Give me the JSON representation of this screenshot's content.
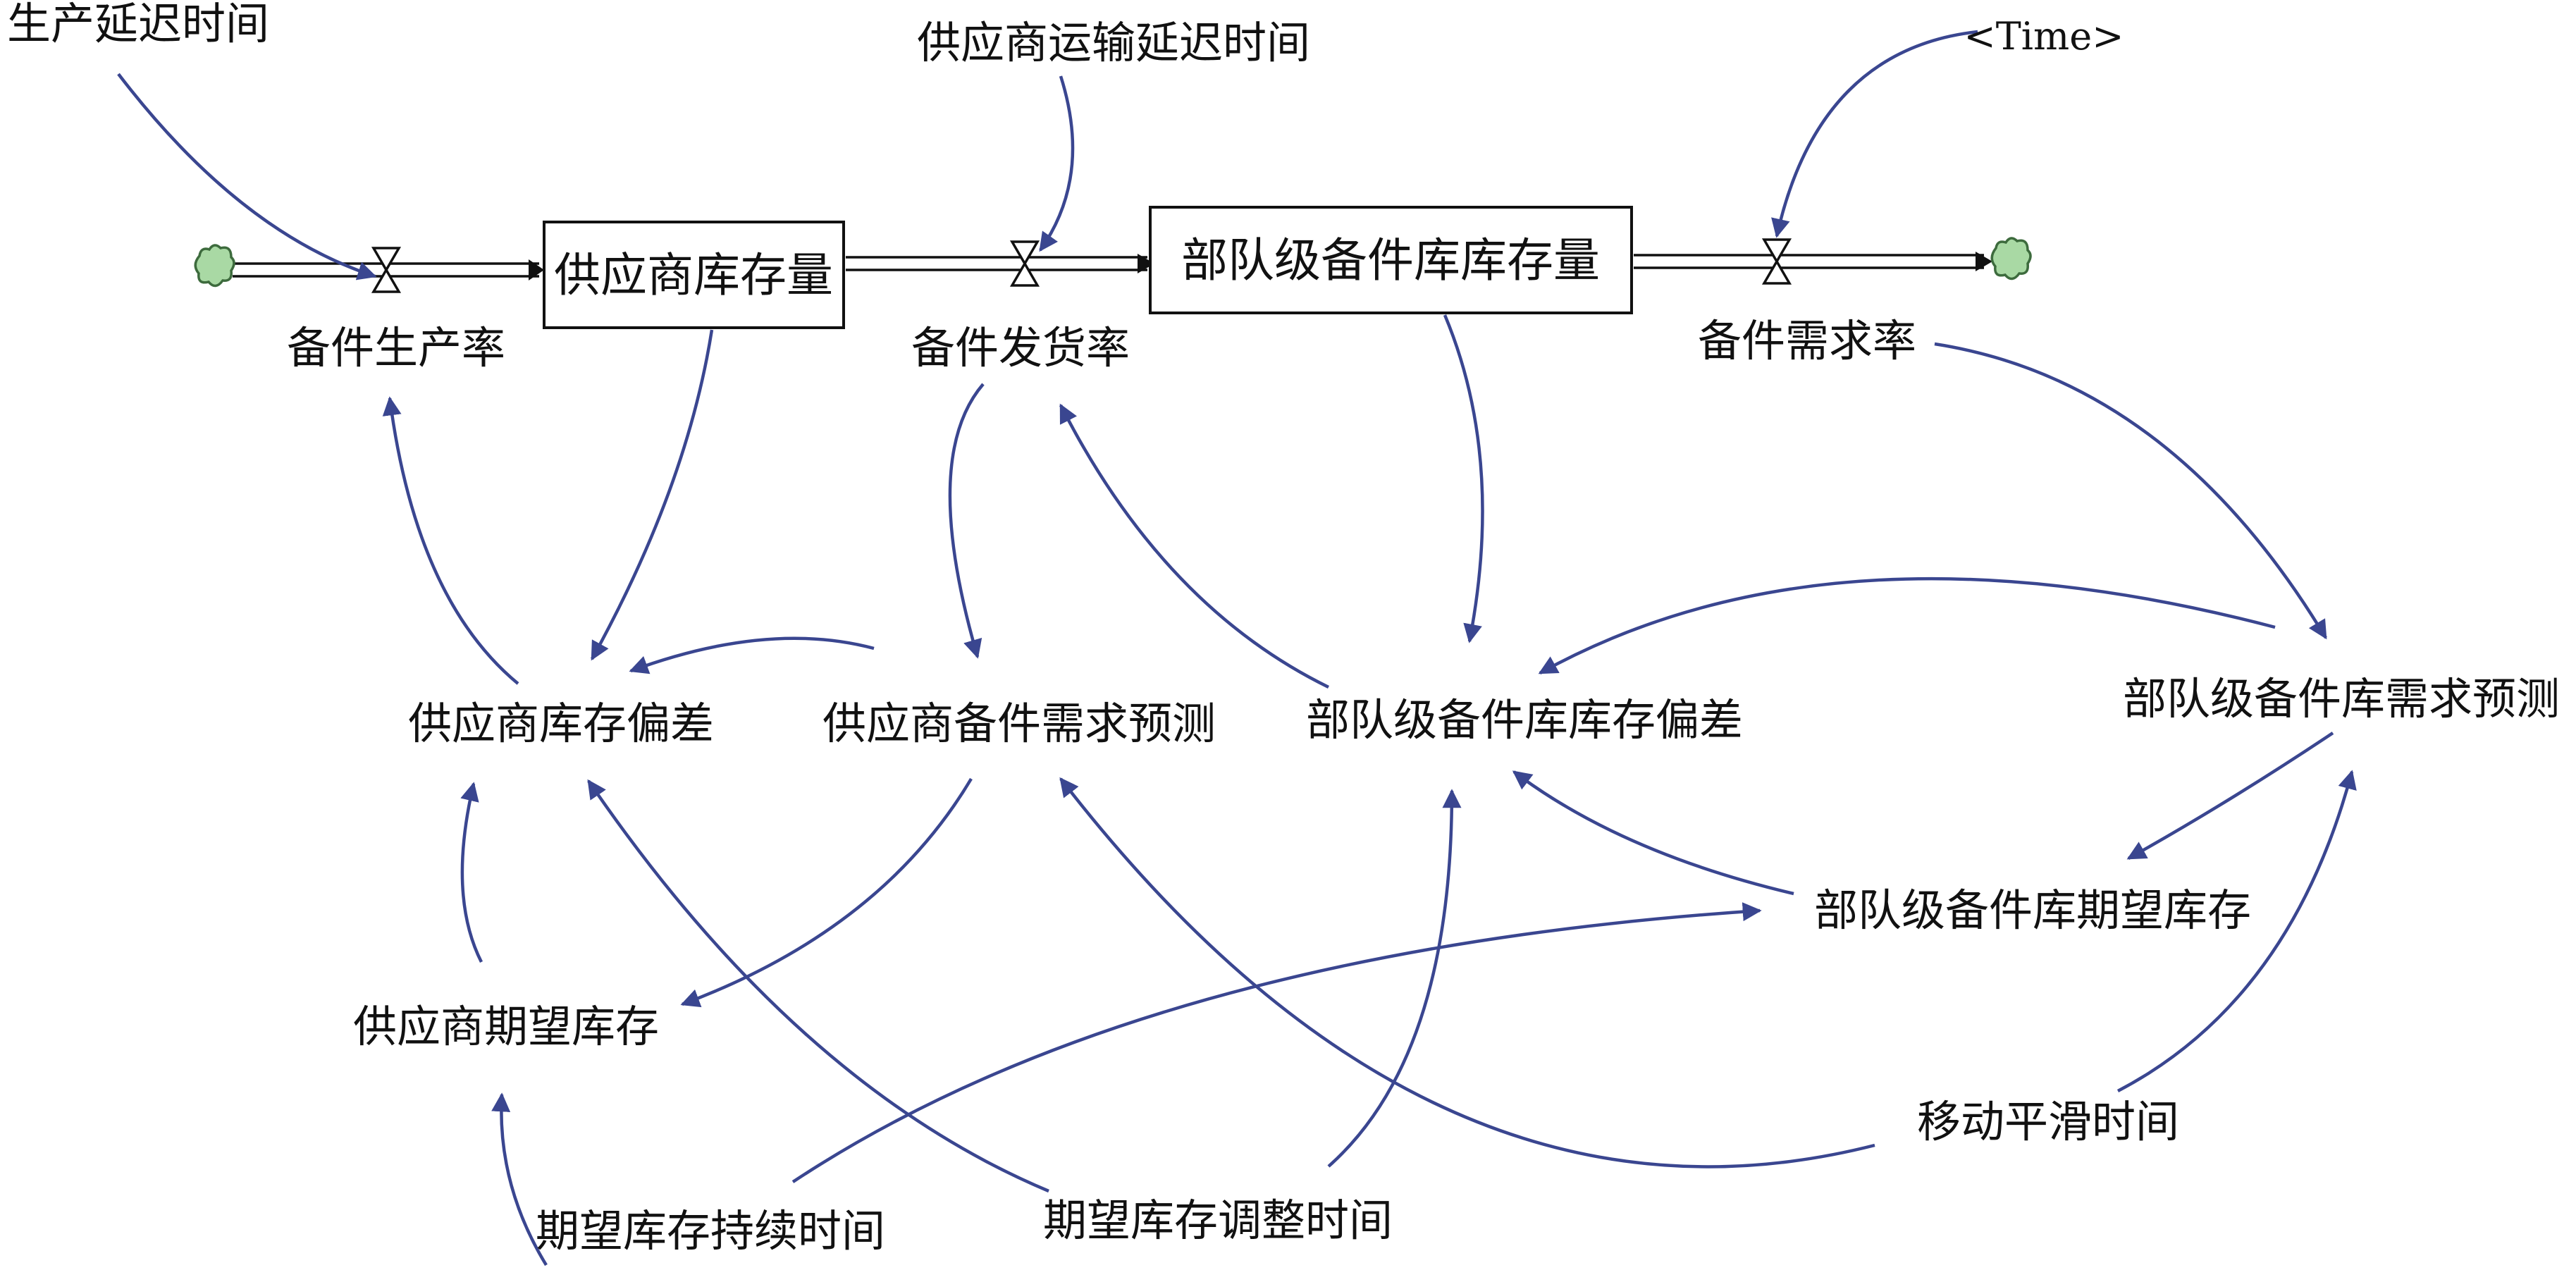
{
  "colors": {
    "link": "#3a4690",
    "pipe": "#111111",
    "cloud_fill": "#a9d9a4",
    "cloud_stroke": "#3d6b3d"
  },
  "stocks": {
    "supplier_inventory": "供应商库存量",
    "unit_inventory": "部队级备件库库存量"
  },
  "flows": {
    "production_rate": "备件生产率",
    "shipping_rate": "备件发货率",
    "demand_rate": "备件需求率"
  },
  "auxiliaries": {
    "production_delay": "生产延迟时间",
    "transport_delay": "供应商运输延迟时间",
    "time": "<Time>",
    "supplier_inventory_gap": "供应商库存偏差",
    "supplier_demand_forecast": "供应商备件需求预测",
    "unit_inventory_gap": "部队级备件库库存偏差",
    "unit_demand_forecast": "部队级备件库需求预测",
    "unit_desired_inventory": "部队级备件库期望库存",
    "supplier_desired_inventory": "供应商期望库存",
    "smoothing_time": "移动平滑时间",
    "desired_inventory_duration": "期望库存持续时间",
    "inventory_adjust_time": "期望库存调整时间"
  },
  "icons": {
    "source_cloud": "cloud-icon",
    "sink_cloud": "cloud-icon",
    "valve": "valve-icon",
    "arrowhead": "arrowhead-icon"
  }
}
